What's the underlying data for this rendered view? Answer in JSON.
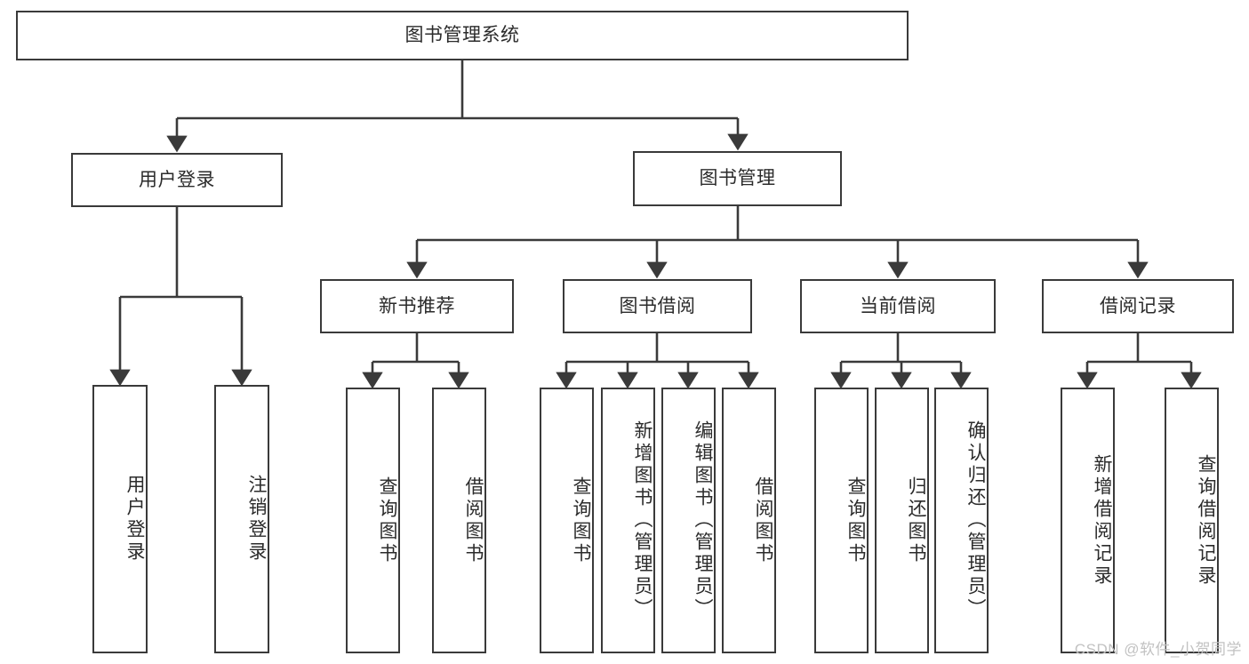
{
  "diagram": {
    "type": "tree",
    "title": "图书管理系统",
    "root": {
      "label": "图书管理系统"
    },
    "level1": [
      {
        "label": "用户登录"
      },
      {
        "label": "图书管理"
      }
    ],
    "level2": [
      {
        "label": "新书推荐",
        "parent": "图书管理"
      },
      {
        "label": "图书借阅",
        "parent": "图书管理"
      },
      {
        "label": "当前借阅",
        "parent": "图书管理"
      },
      {
        "label": "借阅记录",
        "parent": "图书管理"
      }
    ],
    "leaves": {
      "user_login": [
        {
          "label": "用户登录"
        },
        {
          "label": "注销登录"
        }
      ],
      "new_book_recommend": [
        {
          "label": "查询图书"
        },
        {
          "label": "借阅图书"
        }
      ],
      "book_borrow": [
        {
          "label": "查询图书"
        },
        {
          "label": "新增图书（管理员）"
        },
        {
          "label": "编辑图书（管理员）"
        },
        {
          "label": "借阅图书"
        }
      ],
      "current_borrow": [
        {
          "label": "查询图书"
        },
        {
          "label": "归还图书"
        },
        {
          "label": "确认归还（管理员）"
        }
      ],
      "borrow_record": [
        {
          "label": "新增借阅记录"
        },
        {
          "label": "查询借阅记录"
        }
      ]
    }
  },
  "watermark": {
    "text": "CSDN @软件_小贺同学"
  },
  "colors": {
    "stroke": "#3a3a3a",
    "fill": "#ffffff",
    "text": "#2b2b2b",
    "watermark": "#c2c2c2"
  }
}
